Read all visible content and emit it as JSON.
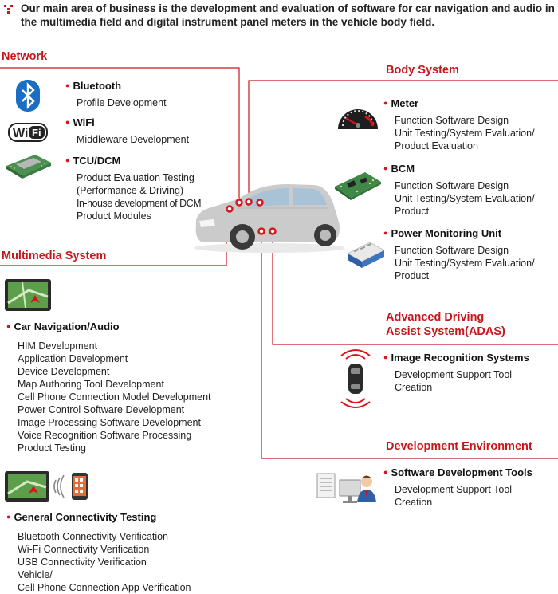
{
  "intro": "Our main area of business is the development and evaluation of software for car navigation and audio in the multimedia field and digital instrument panel meters in the vehicle body field.",
  "sections": {
    "network": {
      "title": "Network",
      "items": [
        {
          "title": "Bluetooth",
          "lines": [
            "Profile Development"
          ],
          "icon": "bluetooth-icon"
        },
        {
          "title": "WiFi",
          "lines": [
            "Middleware Development"
          ],
          "icon": "wifi-logo-icon"
        },
        {
          "title": "TCU/DCM",
          "lines": [
            "Product Evaluation Testing",
            "(Performance & Driving)",
            "In-house development of DCM",
            "Product Modules"
          ],
          "icon": "circuit-module-icon"
        }
      ]
    },
    "multimedia": {
      "title": "Multimedia System",
      "items": [
        {
          "title": "Car Navigation/Audio",
          "lines": [
            "HIM Development",
            "Application Development",
            "Device Development",
            "Map Authoring Tool Development",
            "Cell Phone Connection Model Development",
            "Power Control Software Development",
            "Image Processing Software Development",
            "Voice Recognition Software Processing",
            "Product Testing"
          ],
          "icon": "navigation-screen-icon"
        },
        {
          "title": "General Connectivity Testing",
          "lines": [
            "Bluetooth Connectivity Verification",
            "Wi-Fi Connectivity Verification",
            "USB Connectivity Verification",
            "Vehicle/",
            "Cell Phone Connection App Verification"
          ],
          "icon": "navigation-phone-connectivity-icon"
        }
      ]
    },
    "body": {
      "title": "Body System",
      "items": [
        {
          "title": "Meter",
          "lines": [
            "Function Software Design",
            "Unit Testing/System Evaluation/",
            "Product Evaluation"
          ],
          "icon": "speedometer-icon"
        },
        {
          "title": "BCM",
          "lines": [
            "Function Software Design",
            "Unit Testing/System Evaluation/",
            "Product"
          ],
          "icon": "circuit-board-icon"
        },
        {
          "title": "Power Monitoring Unit",
          "lines": [
            "Function Software Design",
            "Unit Testing/System Evaluation/",
            "Product"
          ],
          "icon": "power-unit-icon"
        }
      ]
    },
    "adas": {
      "title_lines": [
        "Advanced Driving",
        "Assist System(ADAS)"
      ],
      "items": [
        {
          "title": "Image Recognition Systems",
          "lines": [
            "Development Support Tool",
            "Creation"
          ],
          "icon": "car-sensor-icon"
        }
      ]
    },
    "devenv": {
      "title": "Development Environment",
      "items": [
        {
          "title": "Software Development Tools",
          "lines": [
            "Development Support Tool",
            "Creation"
          ],
          "icon": "developer-workstation-icon"
        }
      ]
    }
  },
  "colors": {
    "accent": "#c8161d",
    "line": "#c8161d",
    "car": "#c9c9c9"
  }
}
